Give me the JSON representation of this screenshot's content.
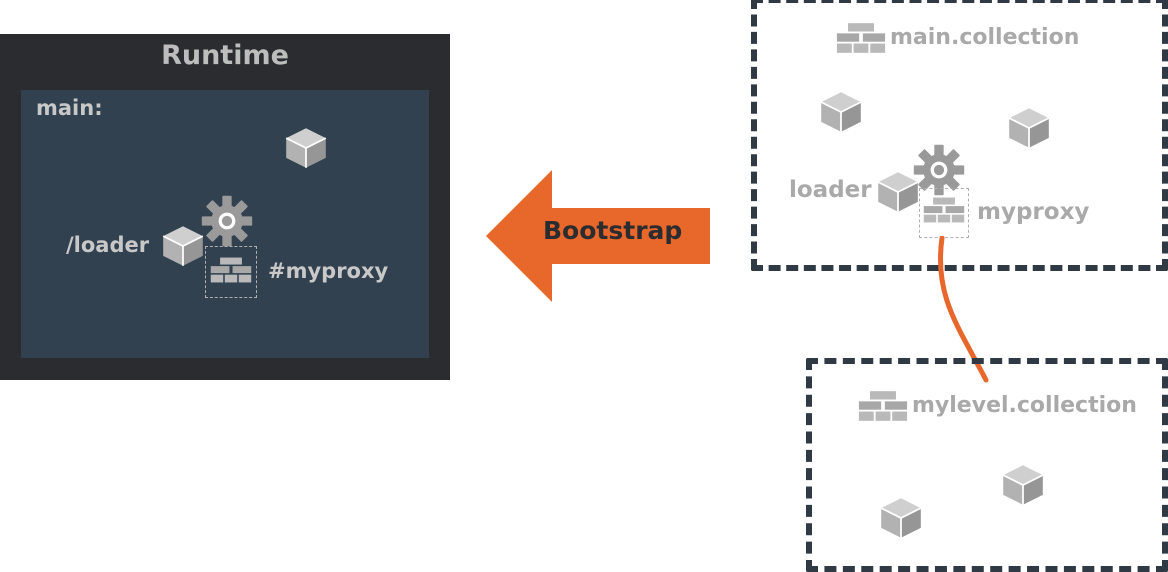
{
  "runtime": {
    "title": "Runtime",
    "main_label": "main:",
    "loader_label": "/loader",
    "proxy_label": "#myproxy"
  },
  "arrow": {
    "label": "Bootstrap",
    "color": "#e8672b"
  },
  "main_collection": {
    "title": "main.collection",
    "loader_label": "loader",
    "proxy_label": "myproxy"
  },
  "level_collection": {
    "title": "mylevel.collection"
  },
  "colors": {
    "runtime_bg": "#2b2c30",
    "panel_bg": "#324150",
    "dash_border": "#2f3a45",
    "icon_gray": "#a9a9a9",
    "link": "#e8672b"
  },
  "icons": [
    "cube-icon",
    "gear-icon",
    "collection-icon"
  ]
}
